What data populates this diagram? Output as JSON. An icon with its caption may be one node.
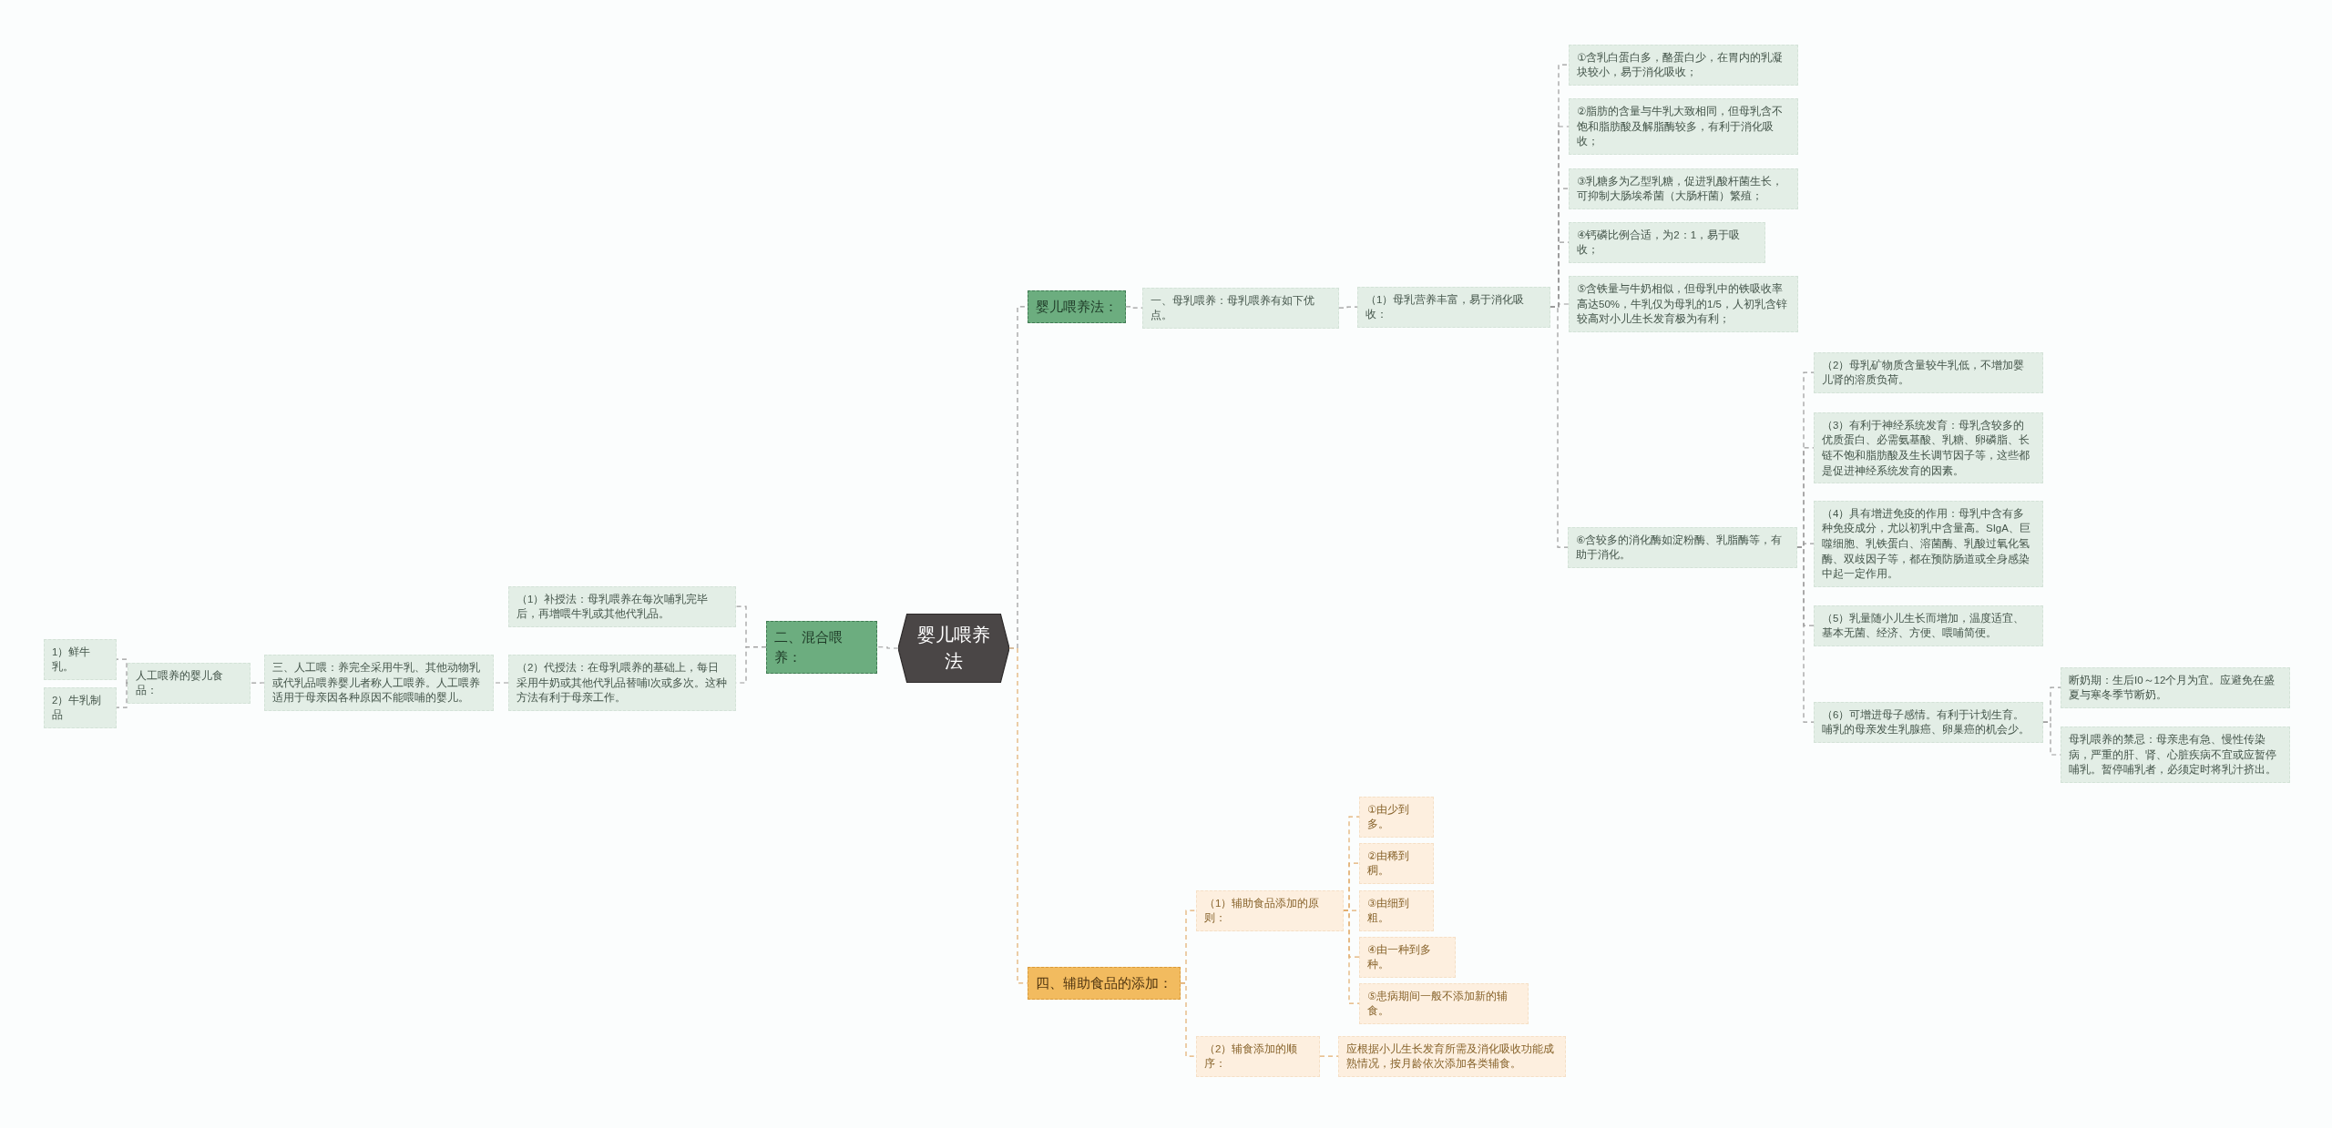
{
  "diagram": {
    "nodes": [
      {
        "text": [
          "婴儿喂养法"
        ]
      },
      {
        "text": [
          "婴儿喂养法："
        ]
      },
      {
        "text": [
          "一、母乳喂养：母乳喂养有如下优点。"
        ]
      },
      {
        "text": [
          "（1）母乳营养丰富，易于消化吸收："
        ]
      },
      {
        "text": [
          "①含乳白蛋白多，酪蛋白少，在胃内的乳凝块较小，易于消化吸收；"
        ]
      },
      {
        "text": [
          "②脂肪的含量与牛乳大致相同，但母乳含不饱和脂肪酸及解脂酶较多，有利于消化吸收；"
        ]
      },
      {
        "text": [
          "③乳糖多为乙型乳糖，促进乳酸杆菌生长，可抑制大肠埃希菌（大肠杆菌）繁殖；"
        ]
      },
      {
        "text": [
          "④钙磷比例合适，为2：1，易于吸收；"
        ]
      },
      {
        "text": [
          "⑤含铁量与牛奶相似，但母乳中的铁吸收率高达50%，牛乳仅为母乳的1/5，人初乳含锌较高对小儿生长发育极为有利；"
        ]
      },
      {
        "text": [
          "⑥含较多的消化酶如淀粉酶、乳脂酶等，有助于消化。"
        ]
      },
      {
        "text": [
          "（2）母乳矿物质含量较牛乳低，不增加婴儿肾的溶质负荷。"
        ]
      },
      {
        "text": [
          "（3）有利于神经系统发育：母乳含较多的优质蛋白、必需氨基酸、乳糖、卵磷脂、长链不饱和脂肪酸及生长调节因子等，这些都是促进神经系统发育的因素。"
        ]
      },
      {
        "text": [
          "（4）具有增进免疫的作用：母乳中含有多种免疫成分，尤以初乳中含量高。SIgA、巨噬细胞、乳铁蛋白、溶菌酶、乳酸过氧化氢酶、双歧因子等，都在预防肠道或全身感染中起一定作用。"
        ]
      },
      {
        "text": [
          "（5）乳量随小儿生长而增加，温度适宜、基本无菌、经济、方便、喂哺简便。"
        ]
      },
      {
        "text": [
          "（6）可增进母子感情。有利于计划生育。哺乳的母亲发生乳腺癌、卵巢癌的机会少。"
        ]
      },
      {
        "text": [
          "断奶期：生后I0～12个月为宜。应避免在盛夏与寒冬季节断奶。"
        ]
      },
      {
        "text": [
          "母乳喂养的禁忌：母亲患有急、慢性传染病，严重的肝、肾、心脏疾病不宜或应暂停哺乳。暂停哺乳者，必须定时将乳汁挤出。"
        ]
      },
      {
        "text": [
          "二、混合喂养："
        ]
      },
      {
        "text": [
          "（1）补授法：母乳喂养在每次哺乳完毕后，再增喂牛乳或其他代乳品。"
        ]
      },
      {
        "text": [
          "（2）代授法：在母乳喂养的基础上，每日采用牛奶或其他代乳品替哺l次或多次。这种方法有利于母亲工作。"
        ]
      },
      {
        "text": [
          "三、人工喂：养完全采用牛乳、其他动物乳或代乳品喂养婴儿者称人工喂养。人工喂养适用于母亲因各种原因不能喂哺的婴儿。"
        ]
      },
      {
        "text": [
          "人工喂养的婴儿食品："
        ]
      },
      {
        "text": [
          "1）鲜牛乳。"
        ]
      },
      {
        "text": [
          "2）牛乳制品"
        ]
      },
      {
        "text": [
          "四、辅助食品的添加："
        ]
      },
      {
        "text": [
          "（1）辅助食品添加的原则："
        ]
      },
      {
        "text": [
          "①由少到多。"
        ]
      },
      {
        "text": [
          "②由稀到稠。"
        ]
      },
      {
        "text": [
          "③由细到粗。"
        ]
      },
      {
        "text": [
          "④由一种到多种。"
        ]
      },
      {
        "text": [
          "⑤患病期间一般不添加新的辅食。"
        ]
      },
      {
        "text": [
          "（2）辅食添加的顺序："
        ]
      },
      {
        "text": [
          "应根据小儿生长发育所需及消化吸收功能成熟情况，按月龄依次添加各类辅食。"
        ]
      }
    ],
    "edges": [
      {
        "from": 0,
        "to": 1,
        "arrow": "none",
        "style": "dashed"
      },
      {
        "from": 1,
        "to": 2,
        "arrow": "none",
        "style": "dashed"
      },
      {
        "from": 2,
        "to": 3,
        "arrow": "none",
        "style": "dashed"
      },
      {
        "from": 3,
        "to": 4,
        "arrow": "none",
        "style": "dashed"
      },
      {
        "from": 3,
        "to": 5,
        "arrow": "none",
        "style": "dashed"
      },
      {
        "from": 3,
        "to": 6,
        "arrow": "none",
        "style": "dashed"
      },
      {
        "from": 3,
        "to": 7,
        "arrow": "none",
        "style": "dashed"
      },
      {
        "from": 3,
        "to": 8,
        "arrow": "none",
        "style": "dashed"
      },
      {
        "from": 3,
        "to": 9,
        "arrow": "none",
        "style": "dashed"
      },
      {
        "from": 9,
        "to": 10,
        "arrow": "none",
        "style": "dashed"
      },
      {
        "from": 9,
        "to": 11,
        "arrow": "none",
        "style": "dashed"
      },
      {
        "from": 9,
        "to": 12,
        "arrow": "none",
        "style": "dashed"
      },
      {
        "from": 9,
        "to": 13,
        "arrow": "none",
        "style": "dashed"
      },
      {
        "from": 9,
        "to": 14,
        "arrow": "none",
        "style": "dashed"
      },
      {
        "from": 14,
        "to": 15,
        "arrow": "none",
        "style": "dashed"
      },
      {
        "from": 14,
        "to": 16,
        "arrow": "none",
        "style": "dashed"
      },
      {
        "from": 0,
        "to": 17,
        "arrow": "none",
        "style": "dashed"
      },
      {
        "from": 17,
        "to": 18,
        "arrow": "none",
        "style": "dashed"
      },
      {
        "from": 17,
        "to": 19,
        "arrow": "none",
        "style": "dashed"
      },
      {
        "from": 19,
        "to": 20,
        "arrow": "none",
        "style": "dashed"
      },
      {
        "from": 20,
        "to": 21,
        "arrow": "none",
        "style": "dashed"
      },
      {
        "from": 21,
        "to": 22,
        "arrow": "none",
        "style": "dashed"
      },
      {
        "from": 21,
        "to": 23,
        "arrow": "none",
        "style": "dashed"
      },
      {
        "from": 0,
        "to": 24,
        "arrow": "none",
        "style": "dashed",
        "color": "#e2ad6e"
      },
      {
        "from": 24,
        "to": 25,
        "arrow": "none",
        "style": "dashed",
        "color": "#e2ad6e"
      },
      {
        "from": 25,
        "to": 26,
        "arrow": "none",
        "style": "dashed",
        "color": "#e2ad6e"
      },
      {
        "from": 25,
        "to": 27,
        "arrow": "none",
        "style": "dashed",
        "color": "#e2ad6e"
      },
      {
        "from": 25,
        "to": 28,
        "arrow": "none",
        "style": "dashed",
        "color": "#e2ad6e"
      },
      {
        "from": 25,
        "to": 29,
        "arrow": "none",
        "style": "dashed",
        "color": "#e2ad6e"
      },
      {
        "from": 25,
        "to": 30,
        "arrow": "none",
        "style": "dashed",
        "color": "#e2ad6e"
      },
      {
        "from": 24,
        "to": 31,
        "arrow": "none",
        "style": "dashed",
        "color": "#e2ad6e"
      },
      {
        "from": 31,
        "to": 32,
        "arrow": "none",
        "style": "dashed",
        "color": "#e2ad6e"
      }
    ]
  }
}
